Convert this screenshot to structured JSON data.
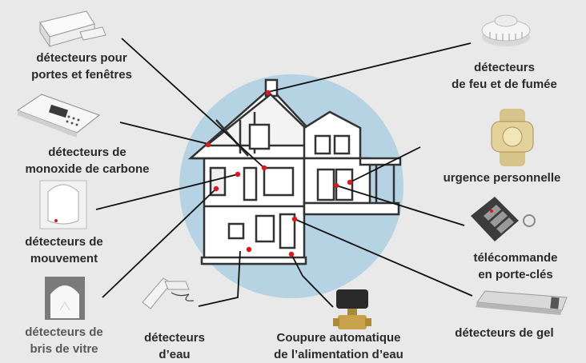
{
  "background_color": "#e9e9e9",
  "circle_color": "#b5d3e3",
  "label_color": "#2a2a2a",
  "gray_label_color": "#595959",
  "marker_color": "#e0161b",
  "line_color": "#111111",
  "labels": {
    "doors_windows": [
      "détecteurs pour",
      "portes et fenêtres"
    ],
    "co": [
      "détecteurs de",
      "monoxide de carbone"
    ],
    "motion": [
      "détecteurs de",
      "mouvement"
    ],
    "glass": [
      "détecteurs de",
      "bris de vitre"
    ],
    "water": [
      "détecteurs",
      "d’eau"
    ],
    "water_shutoff": [
      "Coupure automatique",
      "de l’alimentation d’eau"
    ],
    "fire": [
      "détecteurs",
      "de feu et de fumée"
    ],
    "personal": [
      "urgence personnelle"
    ],
    "keyfob": [
      "télécommande",
      "en porte-clés"
    ],
    "freeze": [
      "détecteurs de gel"
    ]
  },
  "icons": {
    "doors_windows": "door-window-sensor-icon",
    "co": "carbon-monoxide-detector-icon",
    "motion": "motion-sensor-icon",
    "glass": "glass-break-detector-icon",
    "water": "water-sensor-icon",
    "water_shutoff": "water-valve-icon",
    "fire": "smoke-detector-icon",
    "personal": "emergency-pendant-icon",
    "keyfob": "keyfob-remote-icon",
    "freeze": "freeze-sensor-icon"
  }
}
